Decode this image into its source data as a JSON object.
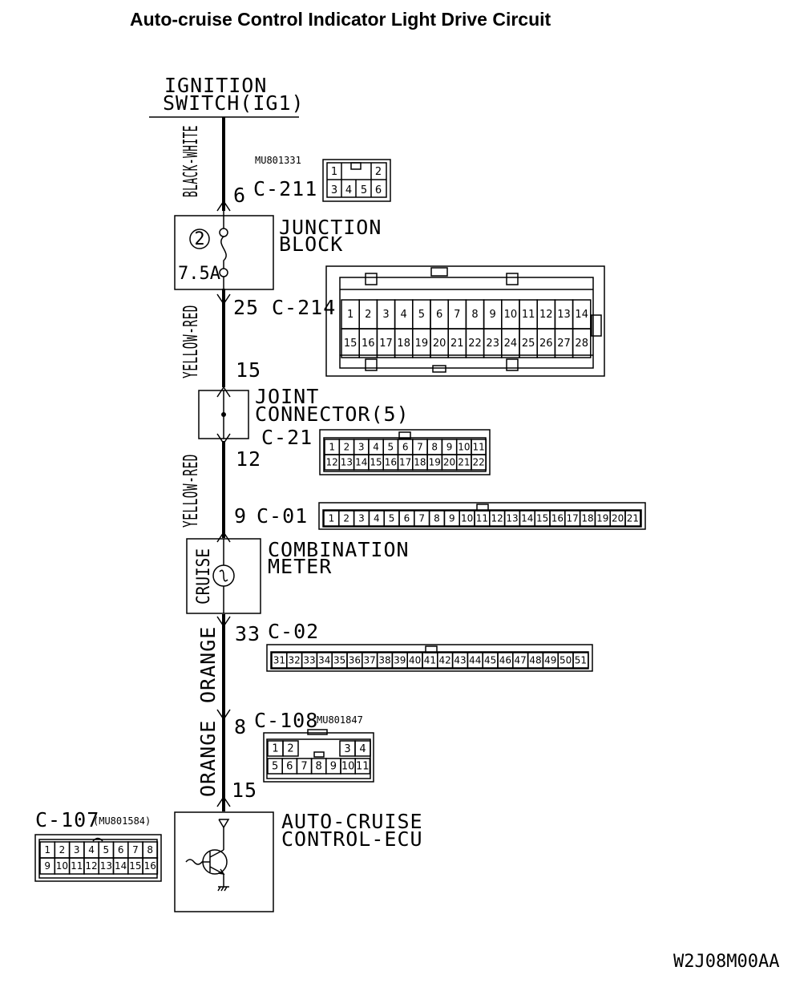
{
  "title": "Auto-cruise Control Indicator Light Drive Circuit",
  "footer_code": "W2J08M00AA",
  "ignition": {
    "line1": "IGNITION",
    "line2": "SWITCH(IG1)"
  },
  "wires": {
    "w1": "BLACK-WHITE",
    "w2": "YELLOW-RED",
    "w3": "YELLOW-RED",
    "w4": "ORANGE",
    "w5": "ORANGE"
  },
  "pins": {
    "c211": "6",
    "c214_in": "25",
    "c214_out": "15",
    "c21": "12",
    "c01": "9",
    "c02": "33",
    "c108_in": "8",
    "c108_out": "15"
  },
  "connectors": {
    "c211": {
      "code": "C-211",
      "part": "MU801331",
      "pins": [
        "1",
        "2",
        "3",
        "4",
        "5",
        "6"
      ]
    },
    "c214": {
      "code": "C-214",
      "row1": [
        "1",
        "2",
        "3",
        "4",
        "5",
        "6",
        "7",
        "8",
        "9",
        "10",
        "11",
        "12",
        "13",
        "14"
      ],
      "row2": [
        "15",
        "16",
        "17",
        "18",
        "19",
        "20",
        "21",
        "22",
        "23",
        "24",
        "25",
        "26",
        "27",
        "28"
      ]
    },
    "c21": {
      "code": "C-21",
      "row1": [
        "1",
        "2",
        "3",
        "4",
        "5",
        "6",
        "7",
        "8",
        "9",
        "10",
        "11"
      ],
      "row2": [
        "12",
        "13",
        "14",
        "15",
        "16",
        "17",
        "18",
        "19",
        "20",
        "21",
        "22"
      ]
    },
    "c01": {
      "code": "C-01",
      "row1": [
        "1",
        "2",
        "3",
        "4",
        "5",
        "6",
        "7",
        "8",
        "9",
        "10",
        "11",
        "12",
        "13",
        "14",
        "15",
        "16",
        "17",
        "18",
        "19",
        "20",
        "21"
      ]
    },
    "c02": {
      "code": "C-02",
      "row1": [
        "31",
        "32",
        "33",
        "34",
        "35",
        "36",
        "37",
        "38",
        "39",
        "40",
        "41",
        "42",
        "43",
        "44",
        "45",
        "46",
        "47",
        "48",
        "49",
        "50",
        "51"
      ]
    },
    "c108": {
      "code": "C-108",
      "part": "MU801847",
      "row1": [
        "1",
        "2",
        "3",
        "4"
      ],
      "row2": [
        "5",
        "6",
        "7",
        "8",
        "9",
        "10",
        "11"
      ]
    },
    "c107": {
      "code": "C-107",
      "part": "(MU801584)",
      "row1": [
        "1",
        "2",
        "3",
        "4",
        "5",
        "6",
        "7",
        "8"
      ],
      "row2": [
        "9",
        "10",
        "11",
        "12",
        "13",
        "14",
        "15",
        "16"
      ]
    }
  },
  "components": {
    "junction_block": {
      "line1": "JUNCTION",
      "line2": "BLOCK",
      "fuse_number": "2",
      "fuse_rating": "7.5A"
    },
    "joint_connector": {
      "line1": "JOINT",
      "line2": "CONNECTOR(5)"
    },
    "combination_meter": {
      "line1": "COMBINATION",
      "line2": "METER",
      "lamp_label": "CRUISE"
    },
    "ecu": {
      "line1": "AUTO-CRUISE",
      "line2": "CONTROL-ECU"
    }
  }
}
